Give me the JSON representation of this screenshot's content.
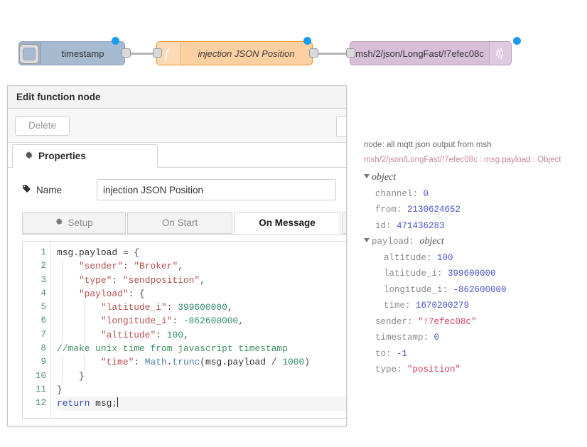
{
  "flow": {
    "nodes": [
      {
        "id": "inject",
        "label": "timestamp",
        "icon": "inject-arrow-icon",
        "color": "#a6bbcf"
      },
      {
        "id": "function",
        "label": "injection JSON Position",
        "icon": "function-f-icon",
        "color": "#fdd0a2"
      },
      {
        "id": "mqtt-out",
        "label": "msh/2/json/LongFast/!7efec08c",
        "icon": "mqtt-broadcast-icon",
        "color": "#d8bfd8"
      }
    ],
    "status_color": "#1a9bf0"
  },
  "dialog": {
    "title": "Edit function node",
    "delete_label": "Delete",
    "tabs": [
      {
        "label": "Properties",
        "icon": "gear-icon",
        "active": true
      }
    ],
    "name_field": {
      "label": "Name",
      "icon": "tag-icon",
      "value": "injection JSON Position",
      "placeholder": "Name"
    },
    "code_tabs": [
      {
        "label": "Setup",
        "icon": "gear-icon",
        "active": false
      },
      {
        "label": "On Start",
        "icon": "",
        "active": false
      },
      {
        "label": "On Message",
        "icon": "",
        "active": true
      },
      {
        "label": "",
        "icon": "",
        "active": false
      }
    ]
  },
  "editor": {
    "line_numbers": [
      "1",
      "2",
      "3",
      "4",
      "5",
      "6",
      "7",
      "8",
      "9",
      "10",
      "11",
      "12"
    ],
    "lines": [
      {
        "n": 1,
        "indent": 0,
        "tokens": [
          {
            "t": "plain",
            "v": "msg.payload "
          },
          {
            "t": "punc",
            "v": "= {"
          }
        ]
      },
      {
        "n": 2,
        "indent": 1,
        "tokens": [
          {
            "t": "key",
            "v": "    \"sender\""
          },
          {
            "t": "punc",
            "v": ": "
          },
          {
            "t": "str",
            "v": "\"Broker\""
          },
          {
            "t": "punc",
            "v": ","
          }
        ]
      },
      {
        "n": 3,
        "indent": 1,
        "tokens": [
          {
            "t": "key",
            "v": "    \"type\""
          },
          {
            "t": "punc",
            "v": ": "
          },
          {
            "t": "str",
            "v": "\"sendposition\""
          },
          {
            "t": "punc",
            "v": ","
          }
        ]
      },
      {
        "n": 4,
        "indent": 1,
        "tokens": [
          {
            "t": "key",
            "v": "    \"payload\""
          },
          {
            "t": "punc",
            "v": ": {"
          }
        ]
      },
      {
        "n": 5,
        "indent": 2,
        "tokens": [
          {
            "t": "key",
            "v": "        \"latitude_i\""
          },
          {
            "t": "punc",
            "v": ": "
          },
          {
            "t": "num",
            "v": "399600000"
          },
          {
            "t": "punc",
            "v": ","
          }
        ]
      },
      {
        "n": 6,
        "indent": 2,
        "tokens": [
          {
            "t": "key",
            "v": "        \"longitude_i\""
          },
          {
            "t": "punc",
            "v": ": "
          },
          {
            "t": "num",
            "v": "-862600000"
          },
          {
            "t": "punc",
            "v": ","
          }
        ]
      },
      {
        "n": 7,
        "indent": 2,
        "tokens": [
          {
            "t": "key",
            "v": "        \"altitude\""
          },
          {
            "t": "punc",
            "v": ": "
          },
          {
            "t": "num",
            "v": "100"
          },
          {
            "t": "punc",
            "v": ","
          }
        ]
      },
      {
        "n": 8,
        "indent": 0,
        "tokens": [
          {
            "t": "com",
            "v": "//make unix time from javascript timestamp"
          }
        ]
      },
      {
        "n": 9,
        "indent": 2,
        "tokens": [
          {
            "t": "key",
            "v": "        \"time\""
          },
          {
            "t": "punc",
            "v": ": "
          },
          {
            "t": "prop",
            "v": "Math"
          },
          {
            "t": "punc",
            "v": "."
          },
          {
            "t": "prop",
            "v": "trunc"
          },
          {
            "t": "punc",
            "v": "("
          },
          {
            "t": "plain",
            "v": "msg.payload "
          },
          {
            "t": "punc",
            "v": "/ "
          },
          {
            "t": "num",
            "v": "1000"
          },
          {
            "t": "punc",
            "v": ")"
          }
        ]
      },
      {
        "n": 10,
        "indent": 1,
        "tokens": [
          {
            "t": "punc",
            "v": "    }"
          }
        ]
      },
      {
        "n": 11,
        "indent": 0,
        "tokens": [
          {
            "t": "punc",
            "v": "}"
          }
        ]
      },
      {
        "n": 12,
        "indent": 0,
        "tokens": [
          {
            "t": "kw",
            "v": "return"
          },
          {
            "t": "plain",
            "v": " msg"
          },
          {
            "t": "punc",
            "v": ";"
          }
        ],
        "cursor": true
      }
    ]
  },
  "debug": {
    "node_line": "node: all mqtt json output from msh",
    "topic_line": "msh/2/json/LongFast/!7efec08c : msg.payload : Object",
    "rows": [
      {
        "indent": 0,
        "expander": true,
        "key": "",
        "type": "object",
        "value": "",
        "vtype": ""
      },
      {
        "indent": 1,
        "expander": false,
        "key": "channel:",
        "type": "",
        "value": "0",
        "vtype": "num"
      },
      {
        "indent": 1,
        "expander": false,
        "key": "from:",
        "type": "",
        "value": "2130624652",
        "vtype": "num"
      },
      {
        "indent": 1,
        "expander": false,
        "key": "id:",
        "type": "",
        "value": "471436283",
        "vtype": "num"
      },
      {
        "indent": 0,
        "expander": true,
        "key": "payload:",
        "type": "object",
        "value": "",
        "vtype": ""
      },
      {
        "indent": 2,
        "expander": false,
        "key": "altitude:",
        "type": "",
        "value": "100",
        "vtype": "num"
      },
      {
        "indent": 2,
        "expander": false,
        "key": "latitude_i:",
        "type": "",
        "value": "399600000",
        "vtype": "num"
      },
      {
        "indent": 2,
        "expander": false,
        "key": "longitude_i:",
        "type": "",
        "value": "-862600000",
        "vtype": "num"
      },
      {
        "indent": 2,
        "expander": false,
        "key": "time:",
        "type": "",
        "value": "1670200279",
        "vtype": "num"
      },
      {
        "indent": 1,
        "expander": false,
        "key": "sender:",
        "type": "",
        "value": "\"!7efec08c\"",
        "vtype": "str"
      },
      {
        "indent": 1,
        "expander": false,
        "key": "timestamp:",
        "type": "",
        "value": "0",
        "vtype": "num"
      },
      {
        "indent": 1,
        "expander": false,
        "key": "to:",
        "type": "",
        "value": "-1",
        "vtype": "num"
      },
      {
        "indent": 1,
        "expander": false,
        "key": "type:",
        "type": "",
        "value": "\"position\"",
        "vtype": "str"
      }
    ]
  }
}
